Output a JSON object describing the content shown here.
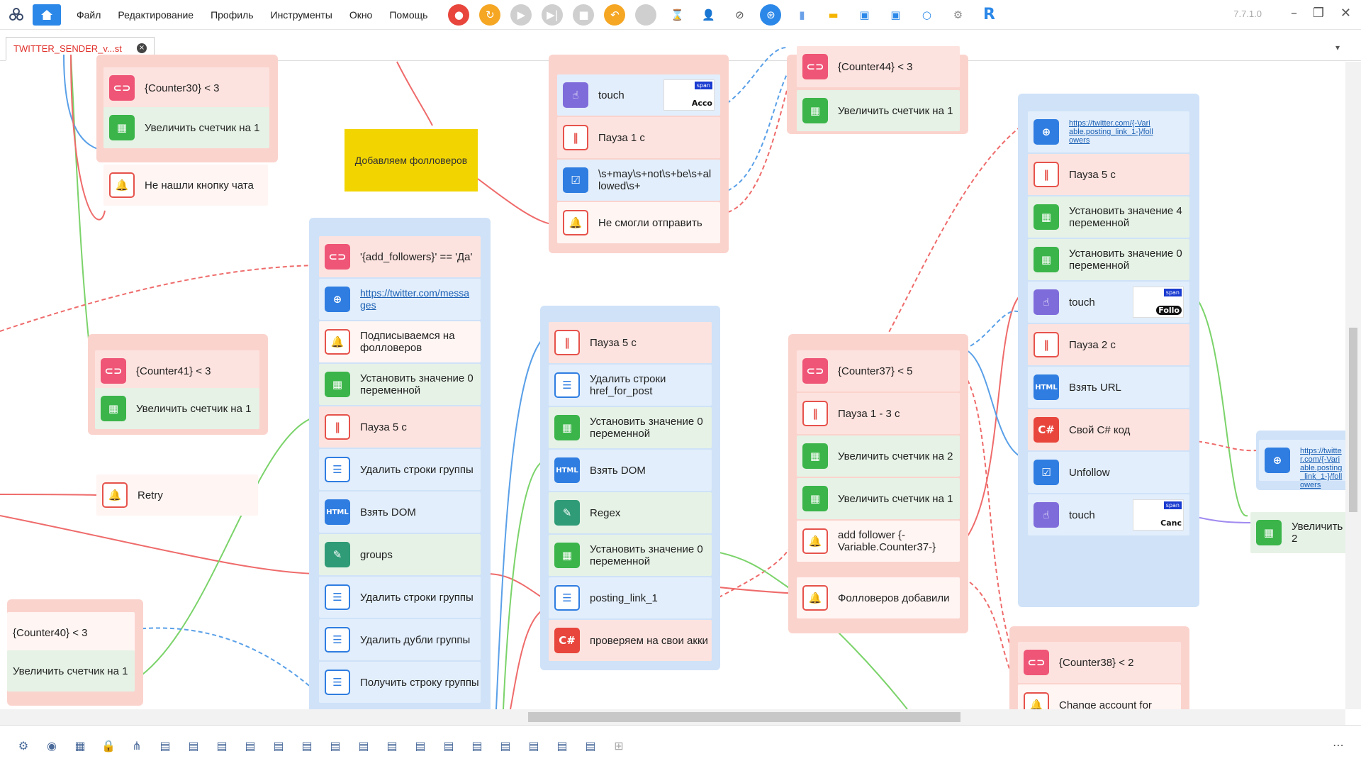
{
  "menu": [
    "Файл",
    "Редактирование",
    "Профиль",
    "Инструменты",
    "Окно",
    "Помощь"
  ],
  "version": "7.7.1.0",
  "tab": {
    "title": "TWITTER_SENDER_v...st"
  },
  "sticky": "Добавляем фолловеров",
  "nodes": {
    "counter30": "{Counter30} < 3",
    "inc1": "Увеличить счетчик на 1",
    "notfound": "Не нашли кнопку чата",
    "counter41": "{Counter41} < 3",
    "inc2": "Увеличить счетчик на 1",
    "retry": "Retry",
    "counter40": "{Counter40} < 3",
    "inc3": "Увеличить счетчик на 1",
    "addf": "'{add_followers}' == 'Да'",
    "msglink": "https://twitter.com/messages",
    "subscribe": "Подписываемся на фолловеров",
    "setv1": "Установить значение 0 переменной",
    "pause5a": "Пауза 5 с",
    "delrows1": "Удалить строки группы",
    "getdom1": "Взять DOM",
    "groups": "groups",
    "delrows2": "Удалить строки группы",
    "deldup": "Удалить дубли группы",
    "getrow": "Получить строку группы",
    "touch1": "touch",
    "pause1": "Пауза 1 с",
    "regex1": "\\s+may\\s+not\\s+be\\s+allowed\\s+",
    "notsend": "Не смогли отправить",
    "counter44": "{Counter44} < 3",
    "inc4": "Увеличить счетчик на 1",
    "pause5b": "Пауза 5 с",
    "delhref": "Удалить строки href_for_post",
    "setv2": "Установить значение 0 переменной",
    "getdom2": "Взять DOM",
    "regex2": "Regex",
    "setv3": "Установить значение 0 переменной",
    "postlink": "posting_link_1",
    "checkown": "проверяем на свои акки",
    "counter37": "{Counter37} < 5",
    "pause13": "Пауза 1 - 3 с",
    "inc5": "Увеличить счетчик на 2",
    "inc6": "Увеличить счетчик на 1",
    "addfollower": "add follower {-Variable.Counter37-}",
    "followadded": "Фолловеров добавили",
    "counter38": "{Counter38} < 2",
    "changeacc": "Change account for",
    "twlink": "https://twitter.com/{-Variable.posting_link_1-}/followers",
    "pause5c": "Пауза 5 с",
    "setv4": "Установить значение 4 переменной",
    "setv5": "Установить значение 0 переменной",
    "touch2": "touch",
    "pause2": "Пауза 2 с",
    "geturl": "Взять URL",
    "csharp": "Свой C# код",
    "unfollow": "Unfollow",
    "touch3": "touch",
    "twlink2": "https://twitter.com/{-Variable.posting_link_1-}/followers",
    "inc7": "Увеличить 2"
  },
  "thumbs": {
    "t1": "Acco",
    "t2": "Follo",
    "t3": "Canc",
    "badge": "span"
  },
  "icons": {
    "html": "HTML",
    "cs": "C#"
  }
}
